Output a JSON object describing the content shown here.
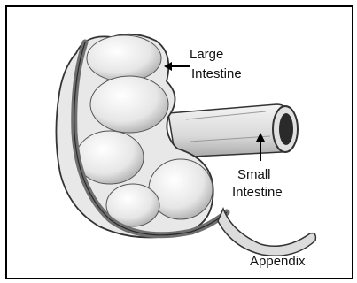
{
  "labels": {
    "large_intestine_line1": "Large",
    "large_intestine_line2": "Intestine",
    "small_intestine_line1": "Small",
    "small_intestine_line2": "Intestine",
    "appendix": "Appendix"
  },
  "colors": {
    "border": "#000000",
    "ink": "#111111",
    "tissue_light": "#f2f2f2",
    "tissue_shade": "#bdbdbd",
    "band": "#6f6f6f"
  }
}
